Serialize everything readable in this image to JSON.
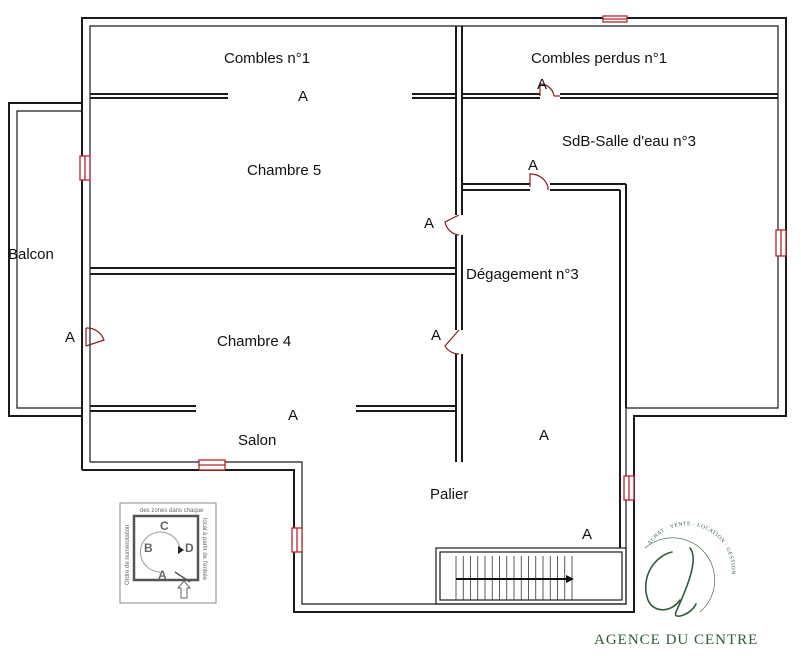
{
  "rooms": {
    "combles_1": "Combles n°1",
    "combles_perdus_1": "Combles perdus n°1",
    "chambre_5": "Chambre 5",
    "sdb_salle_eau_3": "SdB-Salle d'eau n°3",
    "balcon": "Balcon",
    "degagement_3": "Dégagement n°3",
    "chambre_4": "Chambre 4",
    "salon": "Salon",
    "palier": "Palier"
  },
  "marker_letter": "A",
  "legend": {
    "caption_top": "des zones dans chaque",
    "caption_right": "local à partir de l'entrée",
    "caption_left": "Ordre de numérotation",
    "letter_a": "A",
    "letter_b": "B",
    "letter_c": "C",
    "letter_d": "D"
  },
  "brand": {
    "name": "AGENCE DU CENTRE",
    "tagline": "ACHAT · VENTE · LOCATION · GESTION",
    "monogram": "CL"
  },
  "colors": {
    "wall": "#1a1a1a",
    "window": "#b3262b",
    "door": "#8b1a1f",
    "brand": "#2f5a3a"
  }
}
